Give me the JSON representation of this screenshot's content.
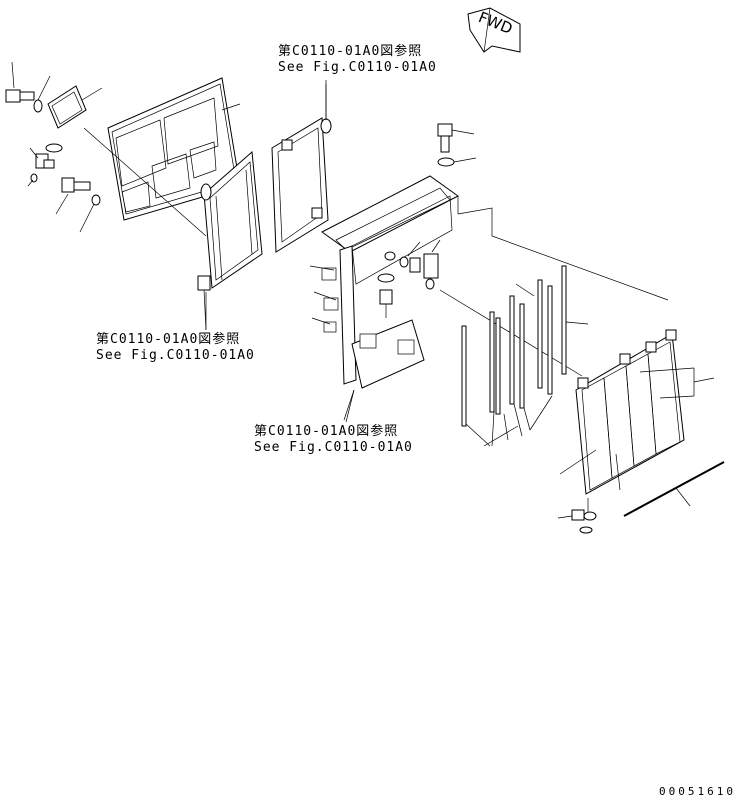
{
  "diagram": {
    "fwd_label": "FWD",
    "references": [
      {
        "jp": "第C0110-01A0図参照",
        "en": "See Fig.C0110-01A0"
      },
      {
        "jp": "第C0110-01A0図参照",
        "en": "See Fig.C0110-01A0"
      },
      {
        "jp": "第C0110-01A0図参照",
        "en": "See Fig.C0110-01A0"
      }
    ],
    "drawing_code": "00051610"
  }
}
